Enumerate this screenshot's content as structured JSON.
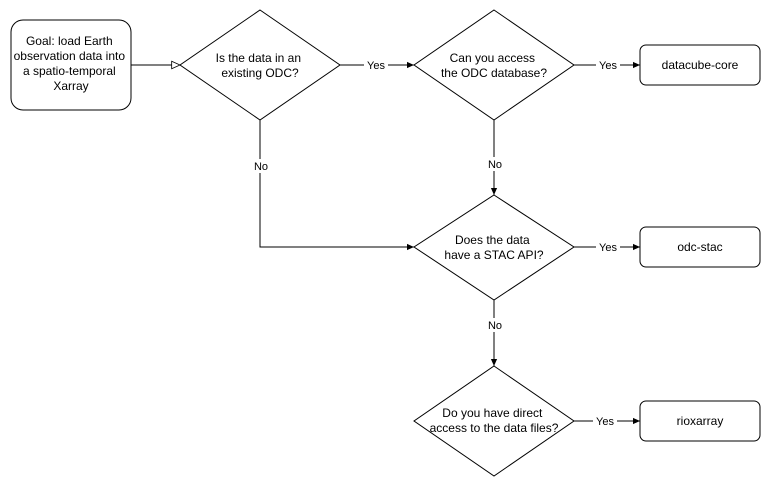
{
  "diagram": {
    "nodes": {
      "goal": {
        "lines": [
          "Goal: load Earth",
          "observation data into",
          "a spatio-temporal",
          "Xarray"
        ]
      },
      "q_existing_odc": {
        "lines": [
          "Is the data in an",
          "existing ODC?"
        ]
      },
      "q_access_db": {
        "lines": [
          "Can you access",
          "the ODC database?"
        ]
      },
      "datacube_core": {
        "lines": [
          "datacube-core"
        ]
      },
      "q_stac_api": {
        "lines": [
          "Does the data",
          "have a STAC API?"
        ]
      },
      "odc_stac": {
        "lines": [
          "odc-stac"
        ]
      },
      "q_direct_access": {
        "lines": [
          "Do you have direct",
          "access to the data files?"
        ]
      },
      "rioxarray": {
        "lines": [
          "rioxarray"
        ]
      }
    },
    "edge_labels": {
      "yes": "Yes",
      "no": "No"
    }
  }
}
